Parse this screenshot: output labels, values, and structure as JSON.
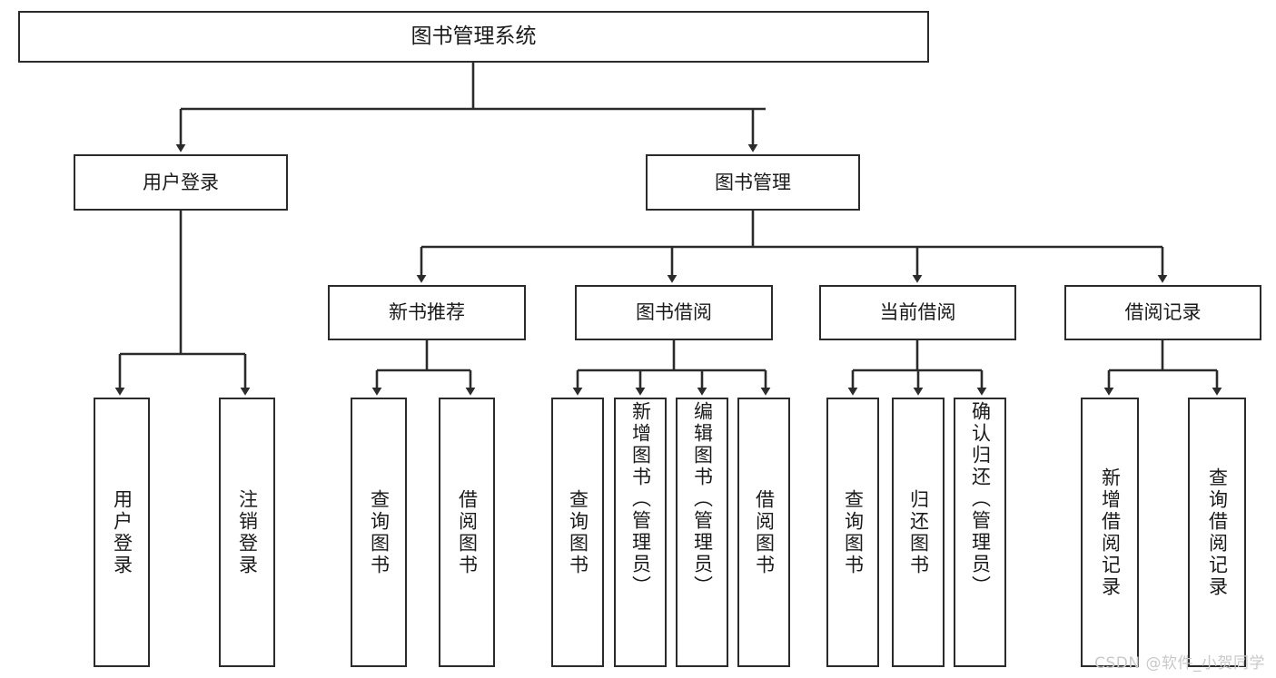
{
  "diagram": {
    "type": "tree-hierarchy-chart",
    "title": "图书管理系统",
    "watermark": "CSDN @软件_小贺同学",
    "stroke_color": "#2b2b2b",
    "background_color": "#ffffff",
    "text_color": "#1a1a1a",
    "watermark_color": "#c9c9c9",
    "root": {
      "label": "图书管理系统"
    },
    "level1": [
      {
        "label": "用户登录"
      },
      {
        "label": "图书管理"
      }
    ],
    "level2": [
      {
        "label": "新书推荐"
      },
      {
        "label": "图书借阅"
      },
      {
        "label": "当前借阅"
      },
      {
        "label": "借阅记录"
      }
    ],
    "leaves": {
      "user_login": [
        {
          "label": "用户登录"
        },
        {
          "label": "注销登录"
        }
      ],
      "new_book": [
        {
          "label": "查询图书"
        },
        {
          "label": "借阅图书"
        }
      ],
      "book_borrow": [
        {
          "label": "查询图书"
        },
        {
          "label": "新增图书（管理员）"
        },
        {
          "label": "编辑图书（管理员）"
        },
        {
          "label": "借阅图书"
        }
      ],
      "current_borrow": [
        {
          "label": "查询图书"
        },
        {
          "label": "归还图书"
        },
        {
          "label": "确认归还（管理员）"
        }
      ],
      "borrow_record": [
        {
          "label": "新增借阅记录"
        },
        {
          "label": "查询借阅记录"
        }
      ]
    }
  }
}
